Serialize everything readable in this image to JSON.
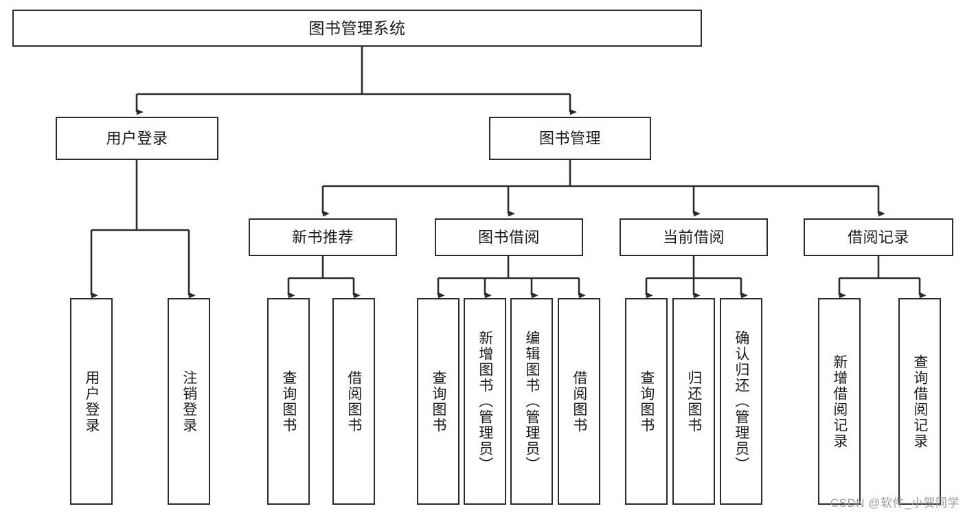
{
  "diagram": {
    "title": "图书管理系统",
    "type": "tree-hierarchy-diagram",
    "colors": {
      "stroke": "#2b2b2b",
      "fill": "#ffffff",
      "text": "#1a1a1a",
      "watermark": "#9a9a9a"
    },
    "root": {
      "label": "图书管理系统"
    },
    "level2": [
      {
        "label": "用户登录"
      },
      {
        "label": "图书管理"
      }
    ],
    "level3": [
      {
        "label": "新书推荐"
      },
      {
        "label": "图书借阅"
      },
      {
        "label": "当前借阅"
      },
      {
        "label": "借阅记录"
      }
    ],
    "leaves": [
      {
        "label": "用户登录"
      },
      {
        "label": "注销登录"
      },
      {
        "label": "查询图书"
      },
      {
        "label": "借阅图书"
      },
      {
        "label": "查询图书"
      },
      {
        "label": "新增图书（管理员）"
      },
      {
        "label": "编辑图书（管理员）"
      },
      {
        "label": "借阅图书"
      },
      {
        "label": "查询图书"
      },
      {
        "label": "归还图书"
      },
      {
        "label": "确认归还（管理员）"
      },
      {
        "label": "新增借阅记录"
      },
      {
        "label": "查询借阅记录"
      }
    ]
  },
  "watermark": "CSDN @软件_小贺同学"
}
